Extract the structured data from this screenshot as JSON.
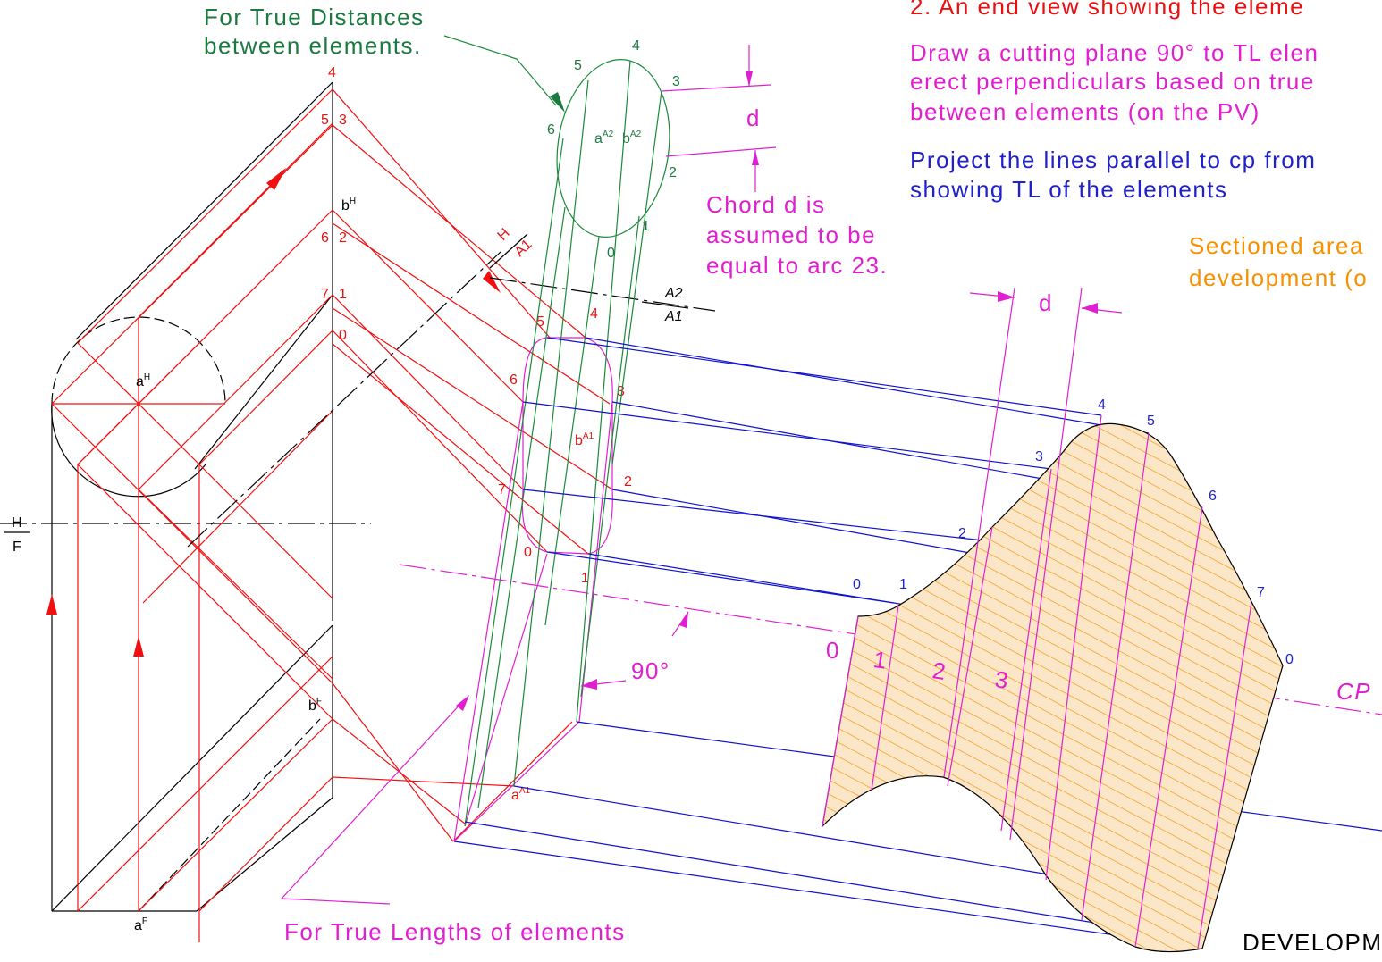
{
  "colors": {
    "black": "#000000",
    "red": "#f01010",
    "green": "#1a8a3a",
    "magenta": "#e020d0",
    "blue": "#1010d0",
    "orange": "#f59000",
    "hatch_fill": "#fbe7c8"
  },
  "notes": {
    "true_distances_line1": "For True Distances",
    "true_distances_line2": "between elements.",
    "end_view_heading": "2.   An end view showing the eleme",
    "cutting_plane_line1": "Draw a cutting plane 90° to TL elen",
    "cutting_plane_line2": "erect perpendiculars based on true",
    "cutting_plane_line3": "between elements (on the PV)",
    "project_line1": "Project the lines parallel to cp from",
    "project_line2": "showing TL of the elements",
    "chord_line1": "Chord d is",
    "chord_line2": "assumed to be",
    "chord_line3": "equal to arc 23.",
    "sectioned_line1": "Sectioned area",
    "sectioned_line2": "development (o",
    "true_lengths": "For True Lengths of elements",
    "development": "DEVELOPME",
    "angle_90": "90°",
    "cp": "CP",
    "d_upper": "d",
    "d_lower": "d"
  },
  "fold_lines": {
    "h_over_f_top": "H",
    "h_over_f_bottom": "F",
    "h_over_a1_top": "H",
    "h_over_a1_bottom": "A1",
    "a2_over_a1_top": "A2",
    "a2_over_a1_bottom": "A1"
  },
  "point_labels": {
    "a_h": "a",
    "a_h_sup": "H",
    "b_h": "b",
    "b_h_sup": "H",
    "a_f": "a",
    "a_f_sup": "F",
    "b_f": "b",
    "b_f_sup": "F",
    "a_a1": "a",
    "a_a1_sup": "A1",
    "b_a1": "b",
    "b_a1_sup": "A1",
    "a_a2": "a",
    "a_a2_sup": "A2",
    "b_a2": "b",
    "b_a2_sup": "A2"
  },
  "top_view_numbers": [
    "4",
    "5",
    "3",
    "6",
    "2",
    "7",
    "1",
    "0"
  ],
  "aux1_numbers": [
    "5",
    "4",
    "6",
    "3",
    "7",
    "2",
    "0",
    "1"
  ],
  "aux2_numbers": [
    "4",
    "5",
    "3",
    "6",
    "2",
    "1",
    "0"
  ],
  "development_numbers": [
    "4",
    "5",
    "3",
    "6",
    "2",
    "7",
    "0",
    "1",
    "0"
  ],
  "cut_plane_numbers": [
    "0",
    "1",
    "2",
    "3"
  ]
}
